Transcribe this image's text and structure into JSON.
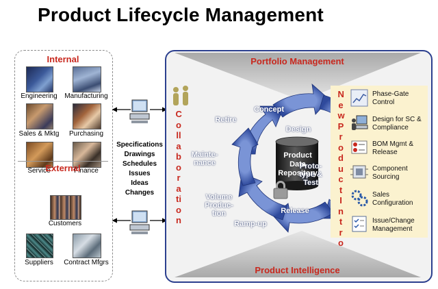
{
  "title": "Product Lifecycle Management",
  "internal": {
    "heading": "Internal",
    "items": [
      "Engineering",
      "Manufacturing",
      "Sales & Mktg",
      "Purchasing",
      "Service",
      "Finance"
    ]
  },
  "external": {
    "heading": "External",
    "items": [
      "Customers",
      "Suppliers",
      "Contract Mfgrs"
    ]
  },
  "exchange_list": [
    "Specifications",
    "Drawings",
    "Schedules",
    "Issues",
    "Ideas",
    "Changes"
  ],
  "portfolio_management": "Portfolio Management",
  "product_intelligence": "Product Intelligence",
  "collaboration": "Collaboration",
  "new_product_intro": "New Product Intro",
  "repository": "Product Data Repository",
  "stages": {
    "concept": "Concept",
    "design": "Design",
    "prototype": "Proto-type & Test",
    "release": "Release",
    "rampup": "Ramp-up",
    "volume": "Volume Produc-tion",
    "maintenance": "Mainte-nance",
    "retire": "Retire"
  },
  "intro_items": [
    {
      "label": "Phase-Gate Control",
      "icon": "chart-icon"
    },
    {
      "label": "Design for SC & Compliance",
      "icon": "computer-user-icon"
    },
    {
      "label": "BOM Mgmt & Release",
      "icon": "bom-icon"
    },
    {
      "label": "Component Sourcing",
      "icon": "component-icon"
    },
    {
      "label": "Sales Configuration",
      "icon": "gears-icon"
    },
    {
      "label": "Issue/Change Management",
      "icon": "checklist-icon"
    }
  ],
  "colors": {
    "red": "#c8281e",
    "navy": "#2b3f8e",
    "arrow_blue": "#3f5fb5",
    "panel_cream": "#fbf2cf"
  }
}
